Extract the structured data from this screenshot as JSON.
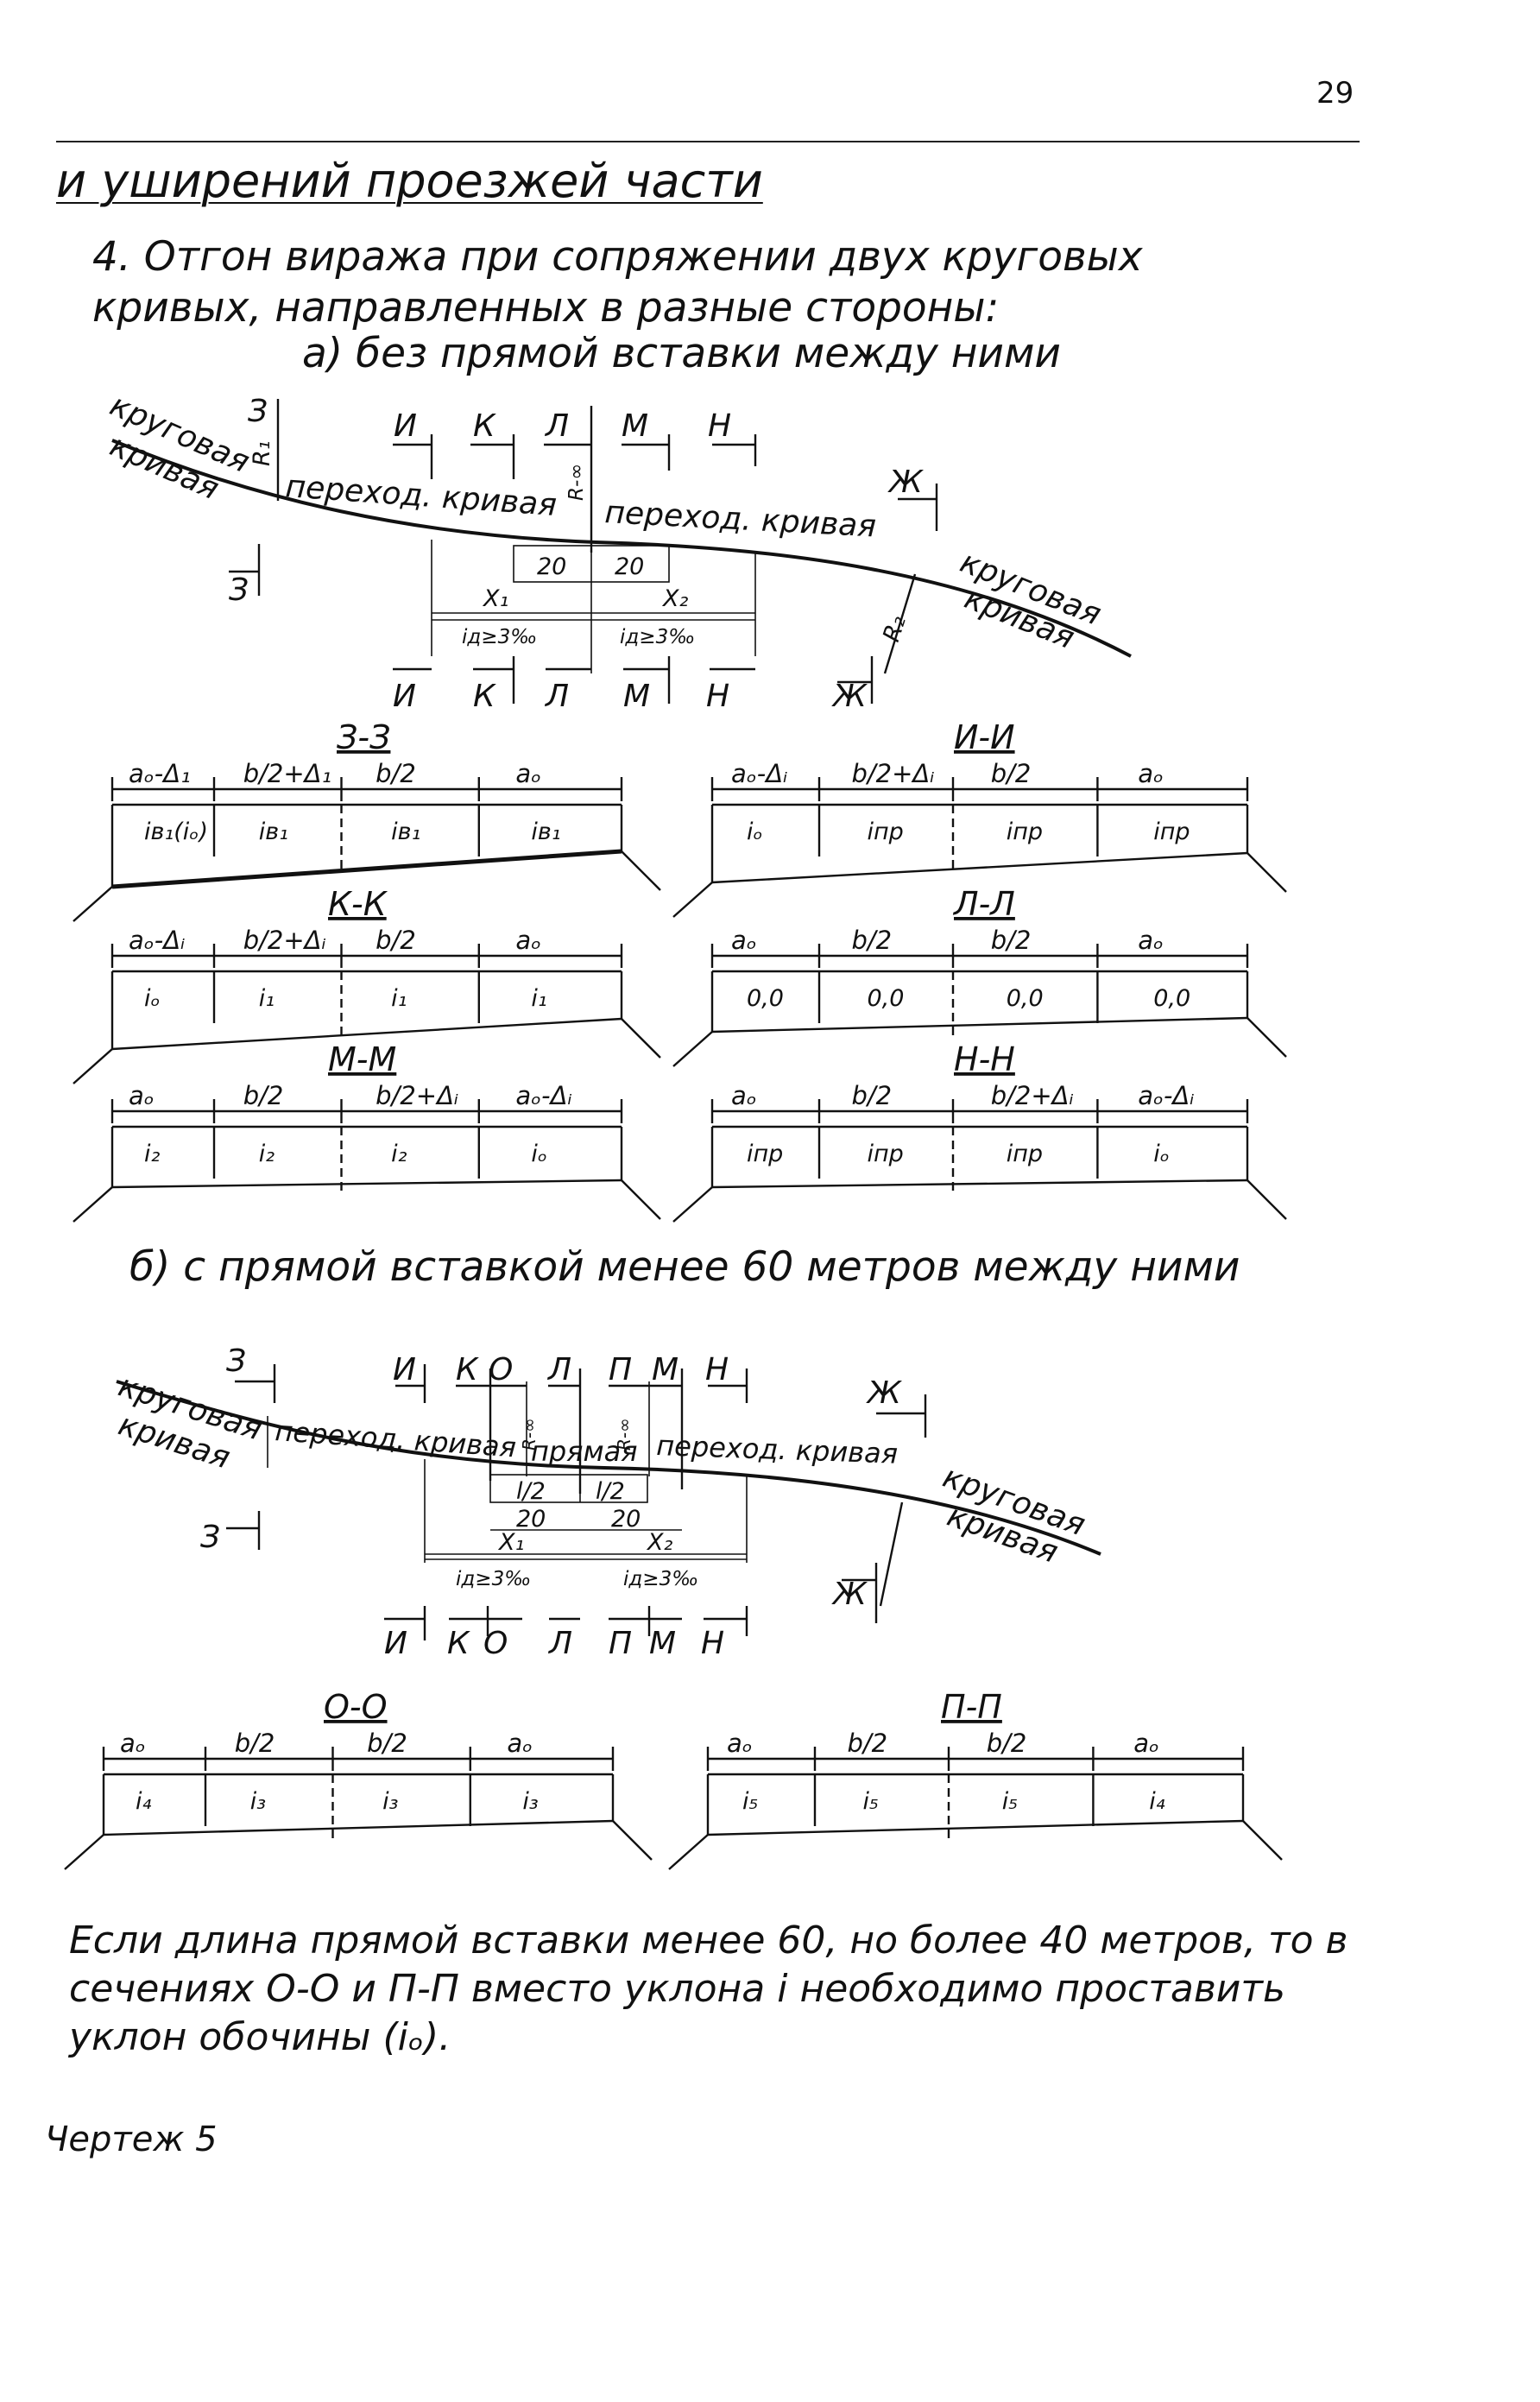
{
  "page_number": "29",
  "heading": "и уширений проезжей части",
  "item_title": "4. Отгон виража при сопряжении двух круговых кривых, направленных в разные стороны:",
  "subtitle_a": "а) без прямой вставки между ними",
  "subtitle_b": "б) с прямой вставкой менее 60 метров между ними",
  "note": "Если длина прямой вставки менее 60, но более 40 метров, то в сечениях О-О и П-П вместо уклона i необходимо проставить уклон обочины (iₒ).",
  "caption": "Чертеж 5",
  "plan_a": {
    "curve_left": [
      "круговая",
      "кривая"
    ],
    "curve_right": [
      "круговая",
      "кривая"
    ],
    "transition_left": "переход. кривая",
    "transition_right": "переход. кривая",
    "section_marks": [
      "З",
      "И",
      "К",
      "Л",
      "М",
      "Н",
      "Ж"
    ],
    "radius_1": "R₁",
    "radius_2": "R₂",
    "radius_inf": "R-∞",
    "dim_20_left": "20",
    "dim_20_right": "20",
    "x1": "X₁",
    "x2": "X₂",
    "slope_left": "iд≥3‰",
    "slope_right": "iд≥3‰"
  },
  "plan_b": {
    "curve_left": [
      "круговая",
      "кривая"
    ],
    "curve_right": [
      "круговая",
      "кривая"
    ],
    "transition_left": "переход. кривая",
    "straight": "прямая",
    "transition_right": "переход. кривая",
    "section_marks": [
      "З",
      "И",
      "К",
      "О",
      "Л",
      "П",
      "М",
      "Н",
      "Ж"
    ],
    "radius_inf": "R-∞",
    "half_l": "l/2",
    "dim_20": "20",
    "x1": "X₁",
    "x2": "X₂",
    "slope_left": "iд≥3‰",
    "slope_right": "iд≥3‰"
  },
  "sections": {
    "z": {
      "title": "З-З",
      "dims": [
        "aₒ-Δ₁",
        "b/2+Δ₁",
        "b/2",
        "aₒ"
      ],
      "slopes": [
        "iв₁(iₒ)",
        "iв₁",
        "iв₁",
        "iв₁"
      ]
    },
    "i": {
      "title": "И-И",
      "dims": [
        "aₒ-Δᵢ",
        "b/2+Δᵢ",
        "b/2",
        "aₒ"
      ],
      "slopes": [
        "iₒ",
        "iпр",
        "iпр",
        "iпр"
      ]
    },
    "k": {
      "title": "К-К",
      "dims": [
        "aₒ-Δᵢ",
        "b/2+Δᵢ",
        "b/2",
        "aₒ"
      ],
      "slopes": [
        "iₒ",
        "i₁",
        "i₁",
        "i₁"
      ]
    },
    "l": {
      "title": "Л-Л",
      "dims": [
        "aₒ",
        "b/2",
        "b/2",
        "aₒ"
      ],
      "slopes": [
        "0,0",
        "0,0",
        "0,0",
        "0,0"
      ]
    },
    "m": {
      "title": "М-М",
      "dims": [
        "aₒ",
        "b/2",
        "b/2+Δᵢ",
        "aₒ-Δᵢ"
      ],
      "slopes": [
        "i₂",
        "i₂",
        "i₂",
        "iₒ"
      ]
    },
    "n": {
      "title": "Н-Н",
      "dims": [
        "aₒ",
        "b/2",
        "b/2+Δᵢ",
        "aₒ-Δᵢ"
      ],
      "slopes": [
        "iпр",
        "iпр",
        "iпр",
        "iₒ"
      ]
    },
    "o": {
      "title": "О-О",
      "dims": [
        "aₒ",
        "b/2",
        "b/2",
        "aₒ"
      ],
      "slopes": [
        "i₄",
        "i₃",
        "i₃",
        "i₃"
      ]
    },
    "p": {
      "title": "П-П",
      "dims": [
        "aₒ",
        "b/2",
        "b/2",
        "aₒ"
      ],
      "slopes": [
        "i₅",
        "i₅",
        "i₅",
        "i₄"
      ]
    }
  }
}
